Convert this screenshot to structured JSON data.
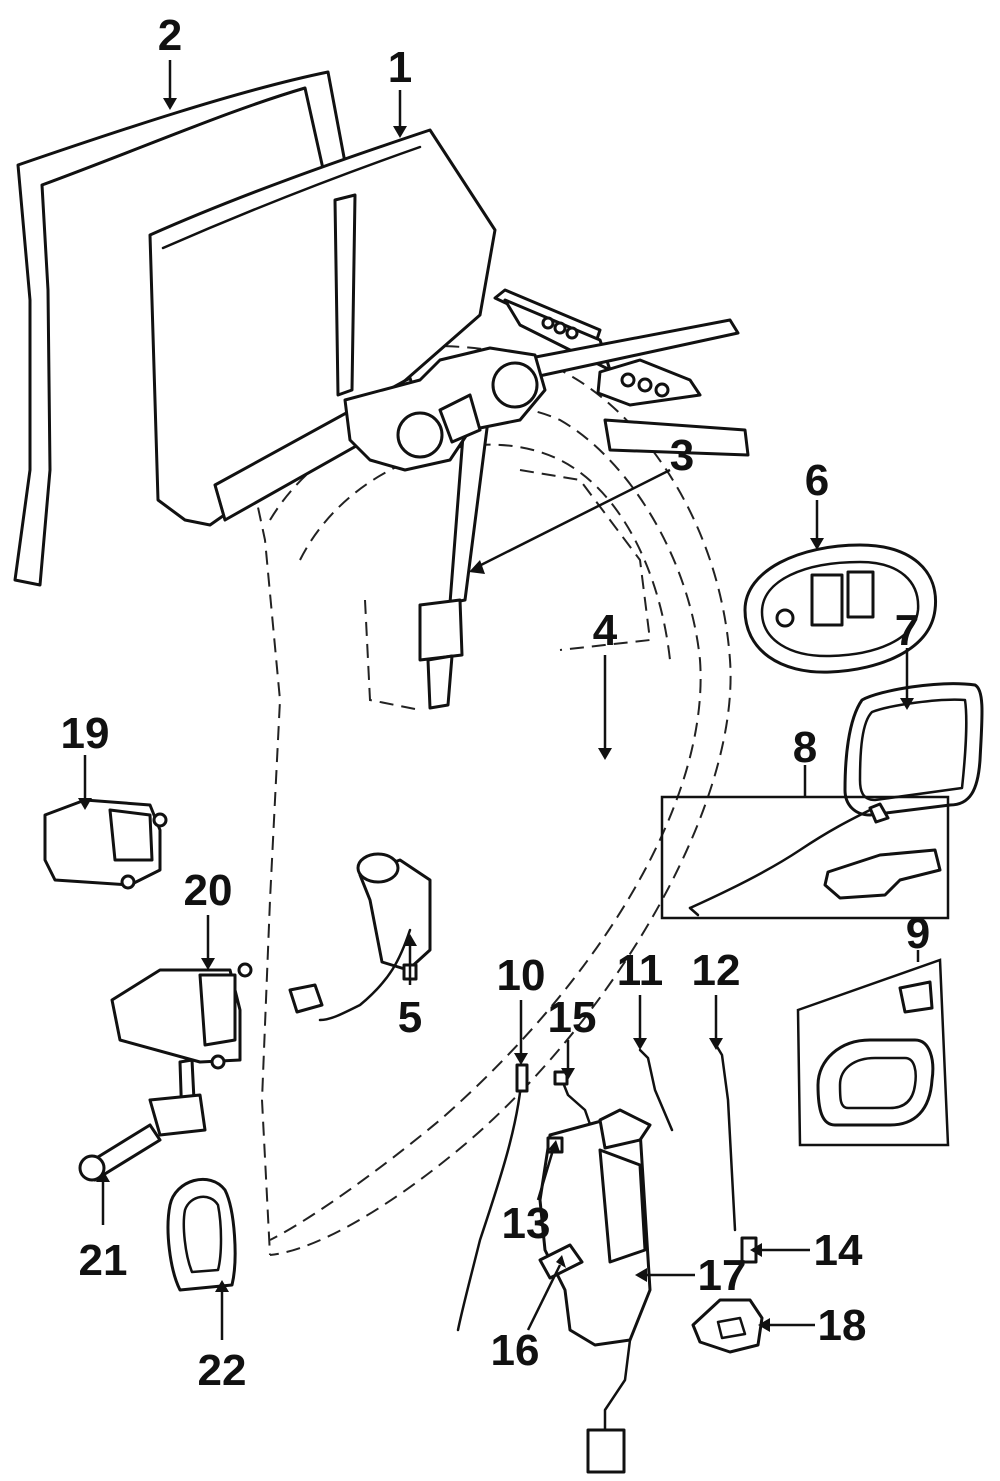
{
  "callouts": [
    {
      "id": "c1",
      "label": "1"
    },
    {
      "id": "c2",
      "label": "2"
    },
    {
      "id": "c3",
      "label": "3"
    },
    {
      "id": "c4",
      "label": "4"
    },
    {
      "id": "c5",
      "label": "5"
    },
    {
      "id": "c6",
      "label": "6"
    },
    {
      "id": "c7",
      "label": "7"
    },
    {
      "id": "c8",
      "label": "8"
    },
    {
      "id": "c9",
      "label": "9"
    },
    {
      "id": "c10",
      "label": "10"
    },
    {
      "id": "c11",
      "label": "11"
    },
    {
      "id": "c12",
      "label": "12"
    },
    {
      "id": "c13",
      "label": "13"
    },
    {
      "id": "c14",
      "label": "14"
    },
    {
      "id": "c15",
      "label": "15"
    },
    {
      "id": "c16",
      "label": "16"
    },
    {
      "id": "c17",
      "label": "17"
    },
    {
      "id": "c18",
      "label": "18"
    },
    {
      "id": "c19",
      "label": "19"
    },
    {
      "id": "c20",
      "label": "20"
    },
    {
      "id": "c21",
      "label": "21"
    },
    {
      "id": "c22",
      "label": "22"
    }
  ],
  "colors": {
    "line": "#111111",
    "background": "#ffffff"
  }
}
